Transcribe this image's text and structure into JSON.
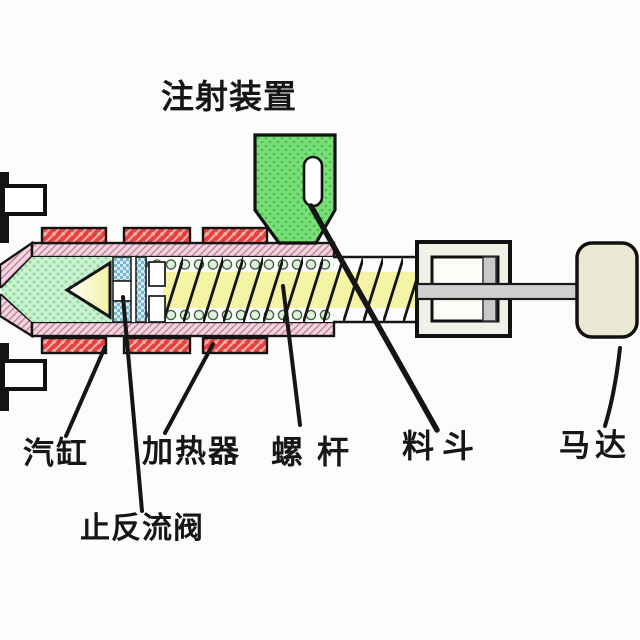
{
  "diagram": {
    "title": "注射装置",
    "labels": {
      "cylinder": "汽缸",
      "heater": "加热器",
      "screw": "螺杆",
      "check_valve": "止反流阀",
      "hopper": "料斗",
      "motor": "马达"
    },
    "colors": {
      "heater_band": "#e4423e",
      "barrel_wall": "#f4d4e0",
      "hopper_green": "#79df79",
      "melt_green": "#cbf1d1",
      "screw_yellow": "#f4f4a4",
      "check_ring_cyan": "#d2ecf4",
      "motor_beige": "#eae8d3",
      "metal_gray": "#d0d0d0",
      "line_black": "#161616"
    }
  }
}
